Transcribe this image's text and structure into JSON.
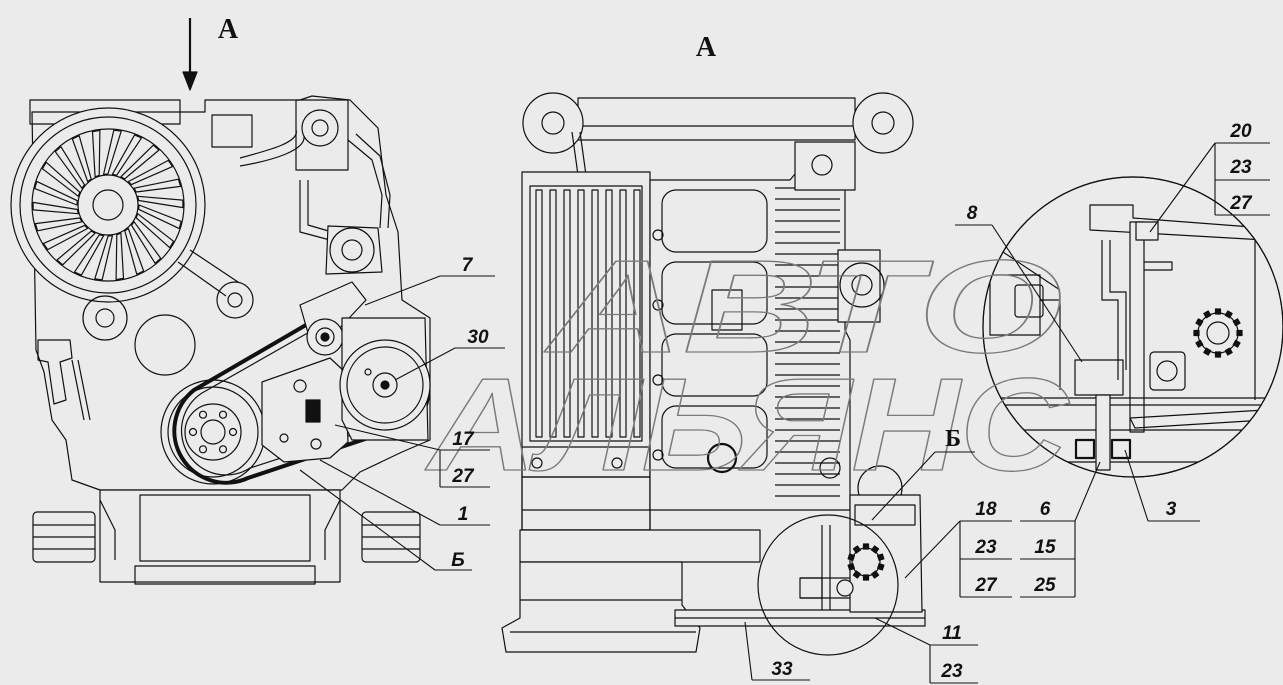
{
  "view_labels": {
    "arrow_a": "А",
    "view_a": "А",
    "view_b": "Б"
  },
  "callouts": {
    "left": {
      "p7": "7",
      "p30": "30",
      "p17": "17",
      "p27": "27",
      "p1": "1",
      "pB": "Б"
    },
    "stack_20": {
      "p20": "20",
      "p23": "23",
      "p27": "27"
    },
    "p8": "8",
    "p3": "3",
    "stack_6": {
      "p6": "6",
      "p15": "15",
      "p25": "25"
    },
    "stack_18": {
      "p18": "18",
      "p23": "23",
      "p27": "27"
    },
    "stack_11": {
      "p11": "11",
      "p23": "23"
    },
    "p33": "33"
  },
  "watermark": {
    "line1": "АВТО",
    "line2": "АЛЬЯНС"
  },
  "colors": {
    "background": "#ebebeb",
    "line": "#111111",
    "watermark": "#7a7a7a"
  }
}
